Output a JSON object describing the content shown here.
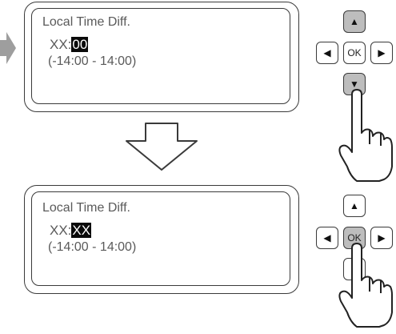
{
  "step1": {
    "title": "Local Time Diff.",
    "value_prefix": "XX:",
    "value_highlight": "00",
    "range": "(-14:00 - 14:00)",
    "pressed_key": "down"
  },
  "step2": {
    "title": "Local Time Diff.",
    "value_prefix": "XX:",
    "value_highlight": "XX",
    "range": "(-14:00 - 14:00)",
    "pressed_key": "ok"
  },
  "keypad": {
    "up_icon": "triangle-up-icon",
    "down_icon": "triangle-down-icon",
    "left_icon": "triangle-left-icon",
    "right_icon": "triangle-right-icon",
    "ok_label": "OK"
  },
  "colors": {
    "outline": "#3a3a3a",
    "pressed_key": "#bdbdbd",
    "highlight_bg": "#0a0a0a",
    "indicator_arrow": "#9e9e9e"
  }
}
